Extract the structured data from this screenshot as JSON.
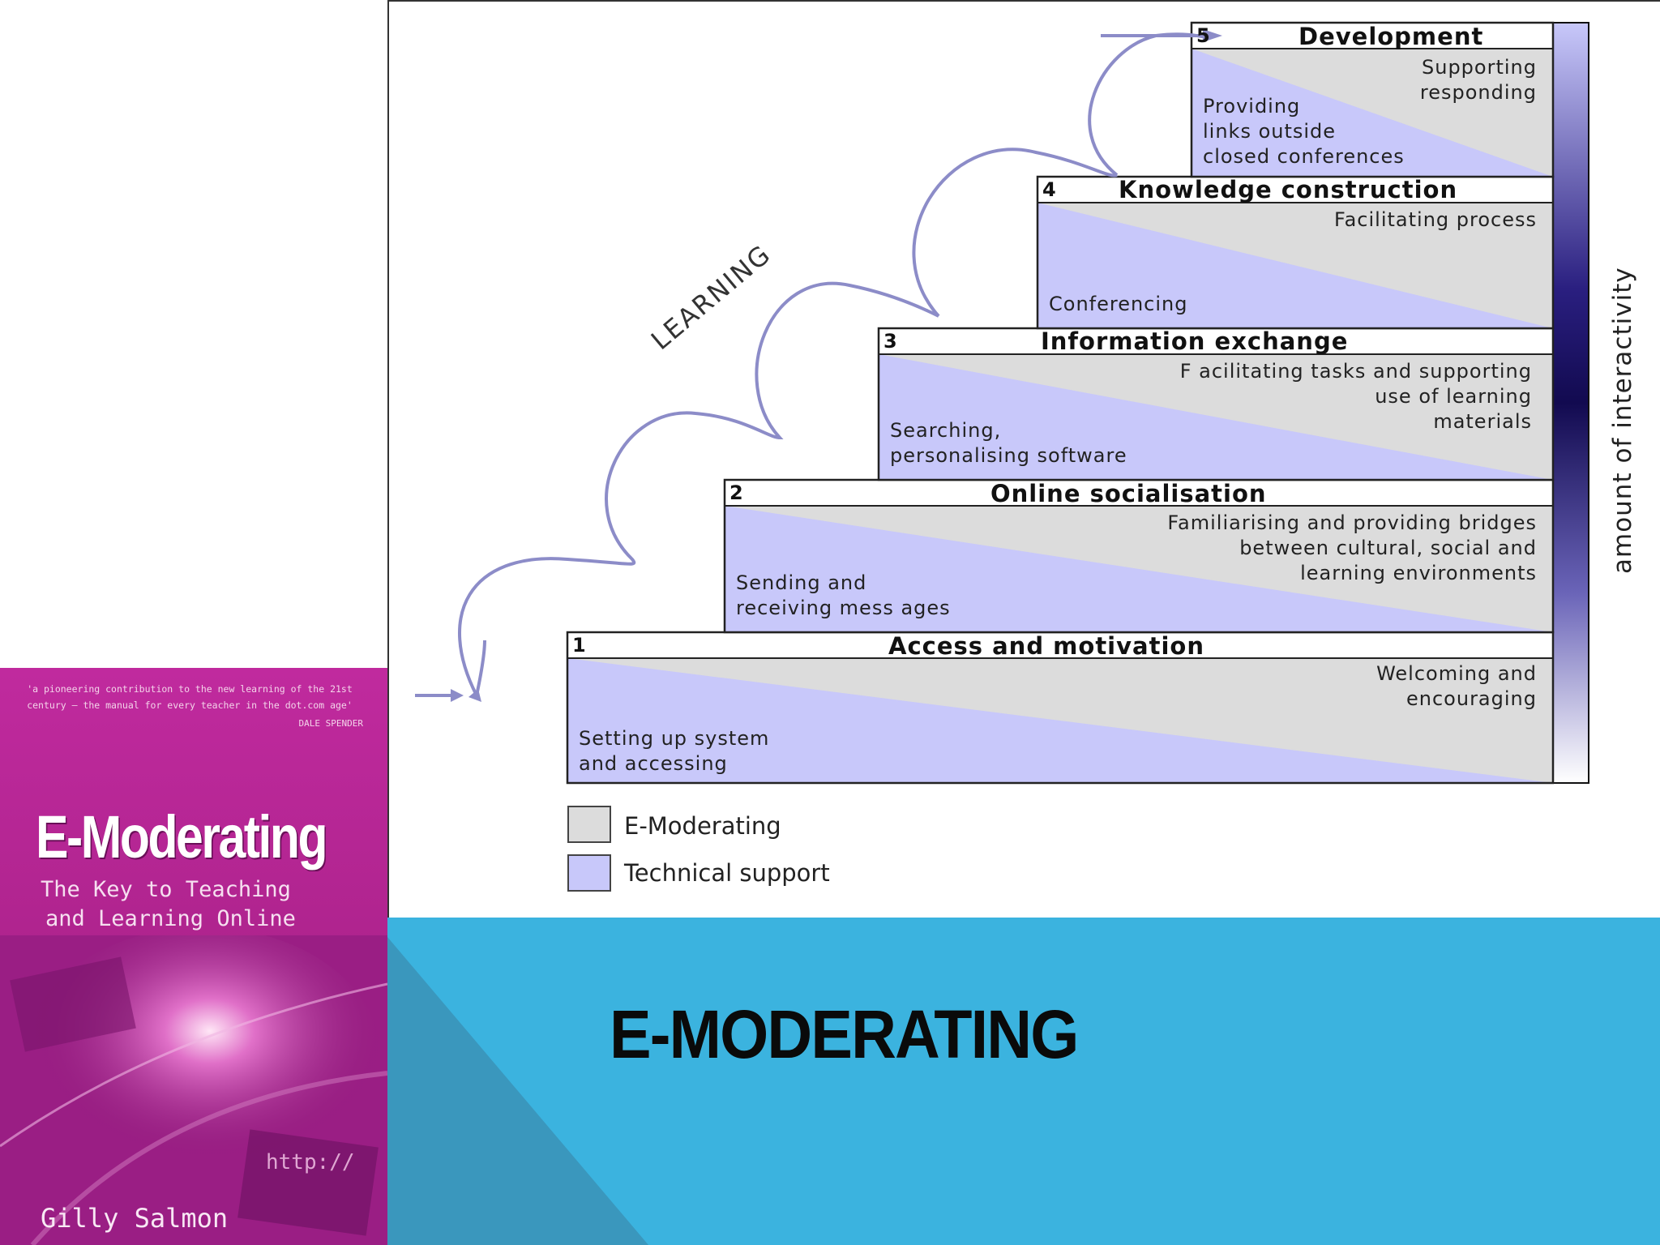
{
  "slide": {
    "title": "E-MODERATING",
    "colors": {
      "band": "#3bb3df",
      "band_shadow": "#3a97bd",
      "cover": "#b0248f"
    }
  },
  "book": {
    "quote": "'a pioneering contribution to the new learning of the 21st century – the manual for every teacher in the dot.com age'",
    "quote_author": "DALE SPENDER",
    "title": "E-Moderating",
    "subtitle_line1": "The Key to Teaching",
    "subtitle_line2": "and Learning Online",
    "url_text": "http://",
    "author": "Gilly Salmon"
  },
  "diagram": {
    "learning_label": "LEARNING",
    "interactivity_label": "amount of interactivity",
    "colors": {
      "e_moderating": "#dcdcdc",
      "technical_support": "#c8c8fa",
      "interactivity_bar": "#1a1060"
    },
    "steps": [
      {
        "number": "1",
        "title": "Access and motivation",
        "e_moderating": "Welcoming and\nencouraging",
        "technical": "Setting up system\nand accessing"
      },
      {
        "number": "2",
        "title": "Online socialisation",
        "e_moderating": "Familiarising and providing bridges\nbetween cultural, social and\nlearning environments",
        "technical": "Sending and\nreceiving mess ages"
      },
      {
        "number": "3",
        "title": "Information exchange",
        "e_moderating": "F acilitating tasks and supporting\nuse of learning\nmaterials",
        "technical": "Searching,\npersonalising software"
      },
      {
        "number": "4",
        "title": "Knowledge construction",
        "e_moderating": "Facilitating process",
        "technical": "Conferencing"
      },
      {
        "number": "5",
        "title": "Development",
        "e_moderating": "Supporting\nresponding",
        "technical": "Providing\nlinks outside\nclosed conferences"
      }
    ],
    "legend": [
      {
        "label": "E-Moderating",
        "color": "#dcdcdc"
      },
      {
        "label": "Technical support",
        "color": "#c8c8fa"
      }
    ]
  }
}
